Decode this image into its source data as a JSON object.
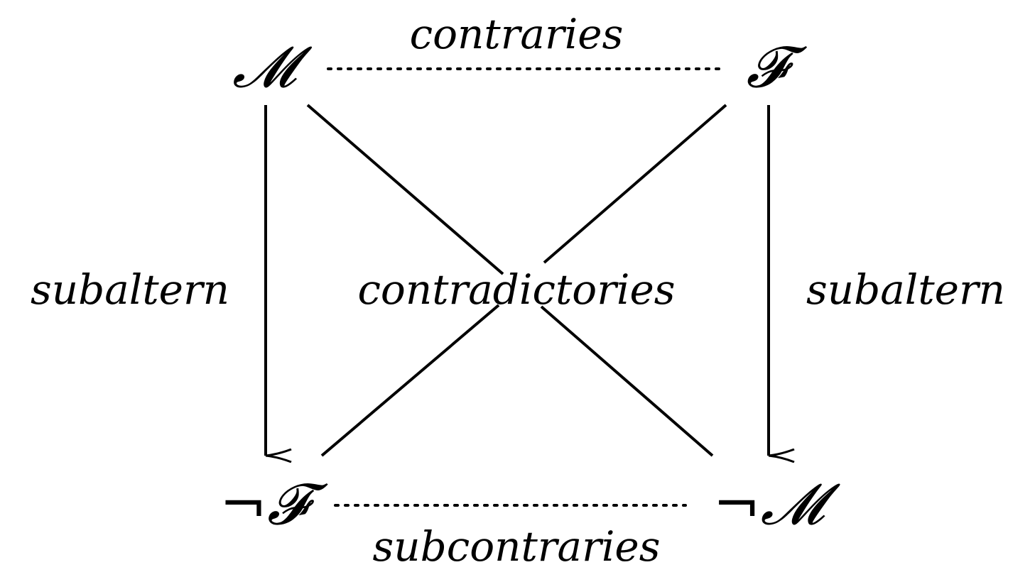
{
  "nodes": {
    "top_left": "𝓜",
    "top_right": "𝓕",
    "bottom_left": "¬𝓕",
    "bottom_right": "¬𝓜"
  },
  "relations": {
    "top": "contraries",
    "bottom": "subcontraries",
    "left": "subaltern",
    "right": "subaltern",
    "diagonal": "contradictories"
  }
}
